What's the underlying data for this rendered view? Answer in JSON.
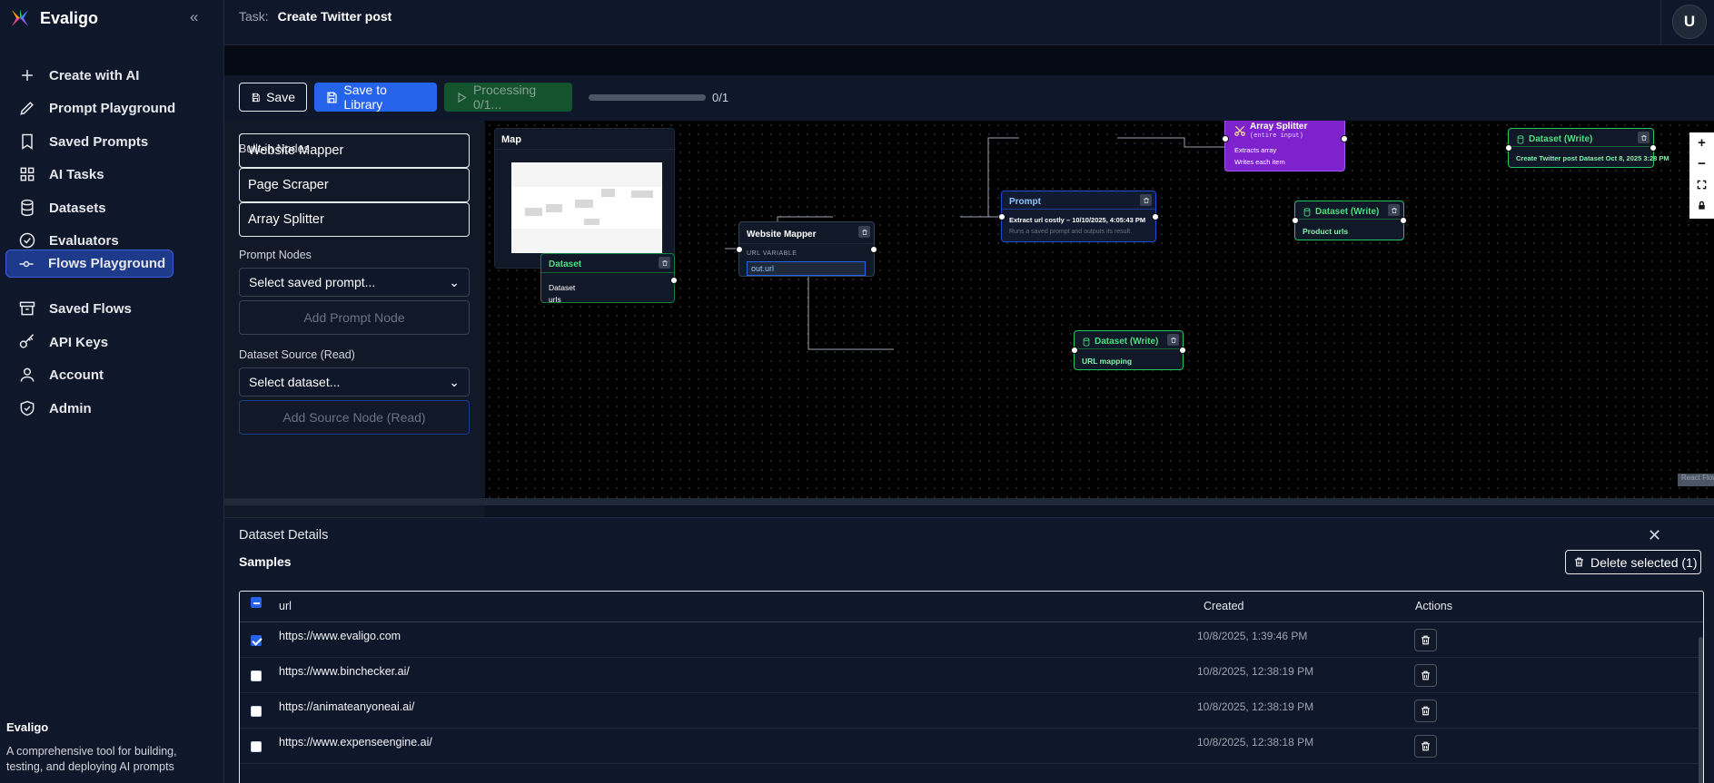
{
  "app": {
    "name": "Evaligo"
  },
  "sidebar": {
    "items": [
      {
        "label": "Create with AI",
        "icon": "plus-icon"
      },
      {
        "label": "Prompt Playground",
        "icon": "pen-icon"
      },
      {
        "label": "Saved Prompts",
        "icon": "bookmark-icon"
      },
      {
        "label": "AI Tasks",
        "icon": "grid-icon"
      },
      {
        "label": "Datasets",
        "icon": "database-icon"
      },
      {
        "label": "Evaluators",
        "icon": "check-circle-icon"
      },
      {
        "label": "Flows Playground",
        "icon": "flow-icon",
        "active": true
      },
      {
        "label": "Saved Flows",
        "icon": "archive-icon"
      },
      {
        "label": "API Keys",
        "icon": "key-icon"
      },
      {
        "label": "Account",
        "icon": "user-icon"
      },
      {
        "label": "Admin",
        "icon": "shield-check-icon"
      }
    ],
    "footer": {
      "title": "Evaligo",
      "description": "A comprehensive tool for building, testing, and deploying AI prompts"
    }
  },
  "topbar": {
    "task_label": "Task:",
    "task_name": "Create Twitter post",
    "avatar": "U"
  },
  "toolbar": {
    "save": "Save",
    "save_to_library": "Save to Library",
    "processing": "Processing 0/1...",
    "progress_label": "0/1",
    "progress_fraction": 0
  },
  "node_panel": {
    "builtin_title": "Built-in Nodes",
    "builtin": [
      "Website Mapper",
      "Page Scraper",
      "Array Splitter"
    ],
    "prompt_title": "Prompt Nodes",
    "prompt_select": "Select saved prompt...",
    "add_prompt": "Add Prompt Node",
    "dataset_title": "Dataset Source (Read)",
    "dataset_select": "Select dataset...",
    "add_source": "Add Source Node (Read)"
  },
  "canvas": {
    "map_title": "Map",
    "dataset_node": {
      "title": "Dataset",
      "line1": "Dataset",
      "line2": "urls"
    },
    "website_mapper": {
      "title": "Website Mapper",
      "var_label": "URL VARIABLE",
      "var_value": "out.url"
    },
    "prompt_node": {
      "title": "Prompt",
      "name": "Extract url costly – 10/10/2025, 4:05:43 PM",
      "desc": "Runs a saved prompt and outputs its result."
    },
    "array_splitter": {
      "title": "Array Splitter",
      "subtitle": "(entire input)",
      "line1": "Extracts array",
      "line2": "Writes each item"
    },
    "write_twitter": {
      "title": "Dataset (Write)",
      "text": "Create Twitter post Dataset Oct 8, 2025 3:28 PM"
    },
    "write_product": {
      "title": "Dataset (Write)",
      "text": "Product urls"
    },
    "write_mapping": {
      "title": "Dataset (Write)",
      "text": "URL mapping"
    },
    "attribution": "React Flow"
  },
  "details": {
    "title": "Dataset Details",
    "samples": "Samples",
    "delete_selected": "Delete selected (1)",
    "columns": {
      "url": "url",
      "created": "Created",
      "actions": "Actions"
    },
    "rows": [
      {
        "url": "https://www.evaligo.com",
        "created": "10/8/2025, 1:39:46 PM",
        "checked": true
      },
      {
        "url": "https://www.binchecker.ai/",
        "created": "10/8/2025, 12:38:19 PM",
        "checked": false
      },
      {
        "url": "https://animateanyoneai.ai/",
        "created": "10/8/2025, 12:38:19 PM",
        "checked": false
      },
      {
        "url": "https://www.expenseengine.ai/",
        "created": "10/8/2025, 12:38:18 PM",
        "checked": false
      }
    ]
  },
  "colors": {
    "accent": "#2563eb",
    "active_nav": "#1e3a8a",
    "processing": "#14532d",
    "dataset_green": "#22c55e",
    "prompt_blue": "#1d4ed8",
    "splitter_purple": "#7e22ce"
  }
}
